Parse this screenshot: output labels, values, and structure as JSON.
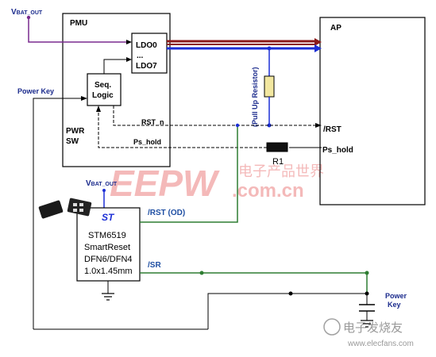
{
  "vbat_top": {
    "main": "V",
    "sub": "BAT_OUT"
  },
  "vbat_mid": {
    "main": "V",
    "sub": "BAT_OUT"
  },
  "pmu": {
    "title": "PMU",
    "ldo_start": "LDO0",
    "ldo_dots": "...",
    "ldo_end": "LDO7",
    "seq_line1": "Seq.",
    "seq_line2": "Logic",
    "pwr_line1": "PWR",
    "pwr_line2": "SW",
    "rst_n": "RST_n",
    "ps_hold": "Ps_hold"
  },
  "ap": {
    "title": "AP",
    "rst": "/RST",
    "ps_hold": "Ps_hold"
  },
  "pullup": "(Pull Up Resistor)",
  "r1": "R1",
  "power_key_left": "Power Key",
  "power_key_right": {
    "line1": "Power",
    "line2": "Key"
  },
  "stm": {
    "logo": "ST",
    "line1": "STM6519",
    "line2": "SmartReset",
    "line3": "DFN6/DFN4",
    "line4": "1.0x1.45mm"
  },
  "rst_od": "/RST (OD)",
  "sr": "/SR",
  "watermark": {
    "brand": "EEPW",
    "domain": ".com.cn",
    "chinese": "电子产品世界",
    "bottom": "电子发烧友",
    "url": "www.elecfans.com"
  },
  "colors": {
    "purple": "#7a2b8f",
    "dark_red": "#8b1a1a",
    "blue_bus": "#1c2fd6",
    "green": "#2e7d32",
    "label_blue": "#1a2a8c",
    "resistor_fill": "#f2e7a0",
    "watermark_red": "#e03a3a"
  }
}
